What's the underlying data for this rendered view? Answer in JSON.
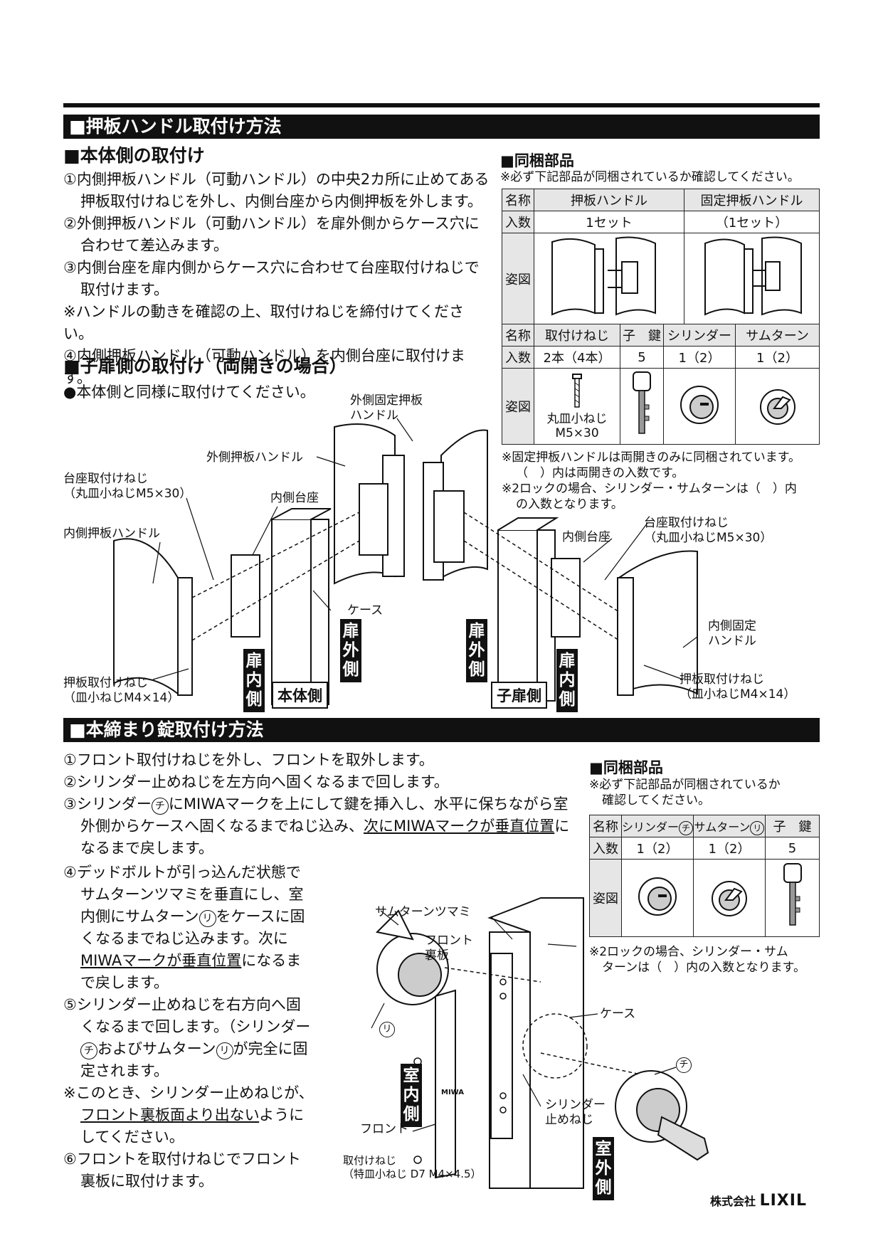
{
  "section1": {
    "title": "■押板ハンドル取付け方法",
    "main_side_heading": "■本体側の取付け",
    "main_side_steps": [
      "①内側押板ハンドル（可動ハンドル）の中央2カ所に止めてある押板取付けねじを外し、内側台座から内側押板を外します。",
      "②外側押板ハンドル（可動ハンドル）を扉外側からケース穴に合わせて差込みます。",
      "③内側台座を扉内側からケース穴に合わせて台座取付けねじで取付けます。",
      "※ハンドルの動きを確認の上、取付けねじを締付けてください。",
      "④内側押板ハンドル（可動ハンドル）を内側台座に取付けます。"
    ],
    "child_side_heading": "■子扉側の取付け（両開きの場合）",
    "child_side_note": "●本体側と同様に取付けてください。",
    "parts": {
      "heading": "■同梱部品",
      "note": "※必ず下記部品が同梱されているか確認してください。",
      "row_labels": {
        "name": "名称",
        "qty": "入数",
        "figure": "姿図"
      },
      "table1": {
        "names": [
          "押板ハンドル",
          "固定押板ハンドル"
        ],
        "qtys": [
          "1セット",
          "（1セット）"
        ]
      },
      "table2": {
        "names": [
          "取付けねじ",
          "子　鍵",
          "シリンダー",
          "サムターン"
        ],
        "qtys": [
          "2本（4本）",
          "5",
          "1（2）",
          "1（2）"
        ],
        "screw_caption": "丸皿小ねじ\nM5×30"
      },
      "footnotes": [
        "※固定押板ハンドルは両開きのみに同梱されています。",
        "（　）内は両開きの入数です。",
        "※2ロックの場合、シリンダー・サムターンは（　）内",
        "の入数となります。"
      ]
    },
    "diagram_labels": {
      "outer_fixed_handle": "外側固定押板\nハンドル",
      "outer_handle": "外側押板ハンドル",
      "base_screw_left": "台座取付けねじ\n（丸皿小ねじM5×30）",
      "inner_base_left": "内側台座",
      "inner_handle": "内側押板ハンドル",
      "case": "ケース",
      "plate_screw_left": "押板取付けねじ\n（皿小ねじM4×14）",
      "door_inside": "扉内側",
      "main_side": "本体側",
      "door_outside": "扉外側",
      "child_side": "子扉側",
      "inner_base_right": "内側台座",
      "base_screw_right": "台座取付けねじ\n（丸皿小ねじM5×30）",
      "inner_fixed_handle": "内側固定\nハンドル",
      "plate_screw_right": "押板取付けねじ\n（皿小ねじM4×14）"
    }
  },
  "section2": {
    "title": "■本締まり錠取付け方法",
    "steps": [
      "①フロント取付けねじを外し、フロントを取外します。",
      "②シリンダー止めねじを左方向へ固くなるまで回します。"
    ],
    "step3": {
      "a": "③シリンダー",
      "b": "にMIWAマークを上にして鍵を挿入し、水平に保ちながら室外側からケースへ固くなるまでねじ込み、",
      "c": "次にMIWAマークが垂直位置",
      "d": "になるまで戻します。"
    },
    "step4_lines": [
      "④デッドボルトが引っ込んだ状態で",
      "サムターンツマミを垂直にし、室",
      "内側にサムターン",
      "をケースに固",
      "くなるまでねじ込みます。次に",
      "MIWAマークが垂直位置",
      "になるま",
      "で戻します。"
    ],
    "step5_lines": [
      "⑤シリンダー止めねじを右方向へ固",
      "くなるまで回します。（シリンダー",
      "およびサムターン",
      "が完全に固",
      "定されます。"
    ],
    "note_lines": [
      "※このとき、シリンダー止めねじが、",
      "フロント裏板面より出ない",
      "ように",
      "してください。"
    ],
    "step6_lines": [
      "⑥フロントを取付けねじでフロント",
      "裏板に取付けます。"
    ],
    "circled": {
      "chi": "チ",
      "ri": "リ"
    },
    "parts": {
      "heading": "■同梱部品",
      "note_lines": [
        "※必ず下記部品が同梱されているか",
        "確認してください。"
      ],
      "row_labels": {
        "name": "名称",
        "qty": "入数",
        "figure": "姿図"
      },
      "names": [
        "シリンダー",
        "サムターン",
        "子　鍵"
      ],
      "qtys": [
        "1（2）",
        "1（2）",
        "5"
      ],
      "footnote_lines": [
        "※2ロックの場合、シリンダー・サム",
        "ターンは（　）内の入数となります。"
      ]
    },
    "diagram_labels": {
      "thumbturn_knob": "サムターンツマミ",
      "front_backplate": "フロント\n裏板",
      "case": "ケース",
      "room_inside": "室内側",
      "cylinder_setscrew": "シリンダー\n止めねじ",
      "front": "フロント",
      "mount_screw": "取付けねじ\n（特皿小ねじ D7 M4×4.5）",
      "room_outside": "室外側",
      "miwa": "MIWA"
    }
  },
  "footer": {
    "company": "株式会社",
    "brand": "LIXIL"
  }
}
